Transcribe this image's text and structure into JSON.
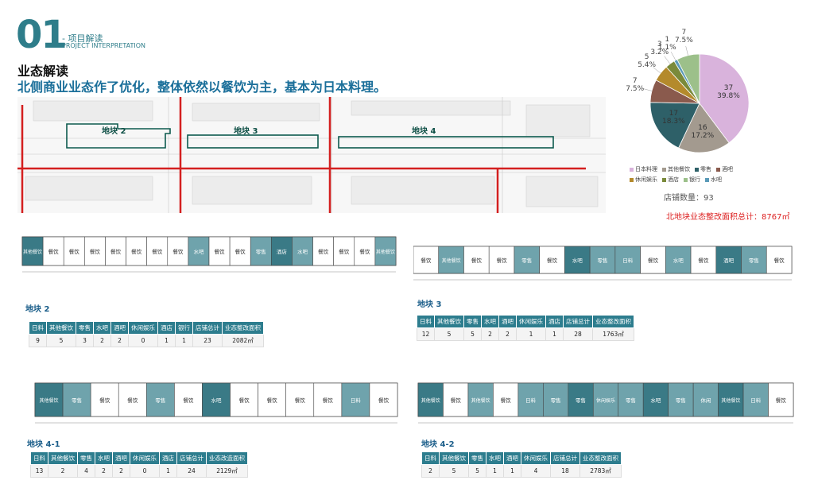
{
  "header": {
    "number": "01",
    "subtitle_cn": "- 项目解读",
    "subtitle_en": "PROJECT INTERPRETATION",
    "heading": "业态解读",
    "headline": "北侧商业业态作了优化，整体依然以餐饮为主，基本为日本料理。"
  },
  "map": {
    "plots": [
      "地块 2",
      "地块 3",
      "地块 4"
    ]
  },
  "colors": {
    "accent": "#2e7d8a",
    "headline": "#1b6f9a",
    "road": "#d42020",
    "plot_outline": "#0d5a4e",
    "table_header": "#2d7d8e",
    "store_fill": "#6fa3ac",
    "store_dark": "#3a7a86"
  },
  "chart_data": {
    "type": "pie",
    "slices": [
      {
        "label": "日本料理",
        "count": "37",
        "pct": "39.8%",
        "value": 39.8,
        "color": "#d9b3dc"
      },
      {
        "label": "其他餐饮",
        "count": "16",
        "pct": "17.2%",
        "value": 17.2,
        "color": "#a39a8f"
      },
      {
        "label": "零售",
        "count": "17",
        "pct": "18.3%",
        "value": 18.3,
        "color": "#2e6068"
      },
      {
        "label": "酒吧",
        "count": "7",
        "pct": "7.5%",
        "value": 7.5,
        "color": "#8a5a4d"
      },
      {
        "label": "休闲娱乐",
        "count": "5",
        "pct": "5.4%",
        "value": 5.4,
        "color": "#b48a2c"
      },
      {
        "label": "酒店",
        "count": "3",
        "pct": "3.2%",
        "value": 3.2,
        "color": "#7a8a3a"
      },
      {
        "label": "水吧",
        "count": "1",
        "pct": "1.1%",
        "value": 1.1,
        "color": "#5a9ab8"
      },
      {
        "label": "银行",
        "count": "7",
        "pct": "7.5%",
        "value": 7.5,
        "color": "#9cc08a"
      }
    ]
  },
  "pie": {
    "legend": [
      "日本料理",
      "其他餐饮",
      "零售",
      "酒吧",
      "休闲娱乐",
      "酒店",
      "银行",
      "水吧"
    ],
    "store_count": "店铺数量：93",
    "area_total": "北地块业态整改面积总计：8767㎡"
  },
  "plan_2": {
    "title": "地块 2",
    "cells": [
      "其他餐饮",
      "餐饮",
      "餐饮",
      "餐饮",
      "餐饮",
      "餐饮",
      "餐饮",
      "餐饮",
      "水吧",
      "餐饮",
      "餐饮",
      "零售",
      "酒店",
      "水吧",
      "餐饮",
      "餐饮",
      "餐饮",
      "其他餐饮"
    ],
    "table_headers": [
      "日料",
      "其他餐饮",
      "零售",
      "水吧",
      "酒吧",
      "休闲娱乐",
      "酒店",
      "银行",
      "店铺总计",
      "业态整改面积"
    ],
    "table_values": [
      "9",
      "5",
      "3",
      "2",
      "2",
      "0",
      "1",
      "1",
      "23",
      "2082㎡"
    ]
  },
  "plan_3": {
    "title": "地块 3",
    "cells": [
      "餐饮",
      "其他餐饮",
      "餐饮",
      "餐饮",
      "零售",
      "餐饮",
      "水吧",
      "零售",
      "日料",
      "餐饮",
      "水吧",
      "餐饮",
      "酒吧",
      "零售",
      "餐饮"
    ],
    "table_headers": [
      "日料",
      "其他餐饮",
      "零售",
      "水吧",
      "酒吧",
      "休闲娱乐",
      "酒店",
      "店铺总计",
      "业态整改面积"
    ],
    "table_values": [
      "12",
      "5",
      "5",
      "2",
      "2",
      "1",
      "1",
      "28",
      "1763㎡"
    ]
  },
  "plan_41": {
    "title": "地块 4-1",
    "cells": [
      "其他餐饮",
      "零售",
      "餐饮",
      "餐饮",
      "零售",
      "餐饮",
      "水吧",
      "餐饮",
      "餐饮",
      "餐饮",
      "餐饮",
      "日料",
      "餐饮"
    ],
    "table_headers": [
      "日料",
      "其他餐饮",
      "零售",
      "水吧",
      "酒吧",
      "休闲娱乐",
      "酒店",
      "店铺总计",
      "业态改造面积"
    ],
    "table_values": [
      "13",
      "2",
      "4",
      "2",
      "2",
      "0",
      "1",
      "24",
      "2129㎡"
    ]
  },
  "plan_42": {
    "title": "地块 4-2",
    "cells": [
      "其他餐饮",
      "餐饮",
      "其他餐饮",
      "餐饮",
      "日料",
      "零售",
      "零售",
      "休闲娱乐",
      "零售",
      "水吧",
      "零售",
      "休闲",
      "其他餐饮",
      "日料",
      "餐饮"
    ],
    "table_headers": [
      "日料",
      "其他餐饮",
      "零售",
      "水吧",
      "酒吧",
      "休闲娱乐",
      "店铺总计",
      "业态整改面积"
    ],
    "table_values": [
      "2",
      "5",
      "5",
      "1",
      "1",
      "4",
      "18",
      "2783㎡"
    ]
  }
}
